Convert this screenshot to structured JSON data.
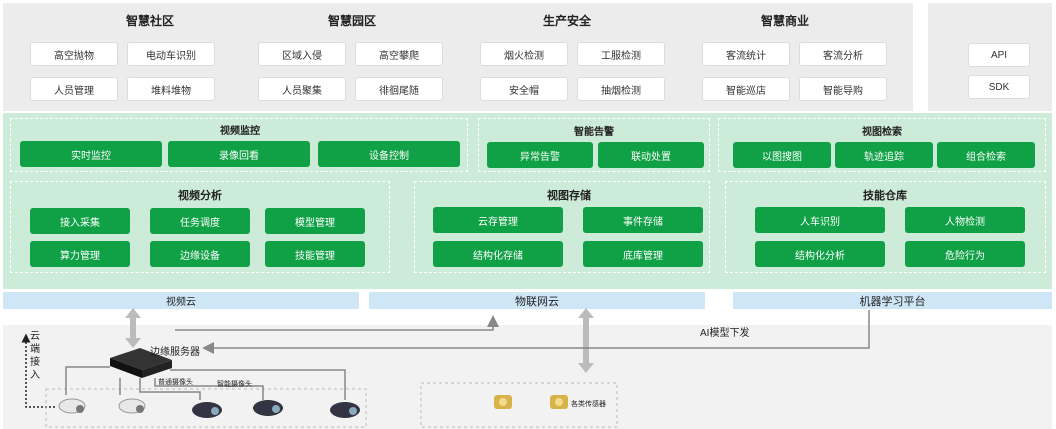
{
  "apps": [
    {
      "title": "智慧社区",
      "items": [
        "高空抛物",
        "电动车识别",
        "人员管理",
        "堆料堆物"
      ]
    },
    {
      "title": "智慧园区",
      "items": [
        "区域入侵",
        "高空攀爬",
        "人员聚集",
        "徘徊尾随"
      ]
    },
    {
      "title": "生产安全",
      "items": [
        "烟火检测",
        "工服检测",
        "安全帽",
        "抽烟检测"
      ]
    },
    {
      "title": "智慧商业",
      "items": [
        "客流统计",
        "客流分析",
        "智能巡店",
        "智能导购"
      ]
    }
  ],
  "side": [
    "API",
    "SDK"
  ],
  "upper_sections": [
    {
      "title": "视频监控",
      "items": [
        "实时监控",
        "录像回看",
        "设备控制"
      ]
    },
    {
      "title": "智能告警",
      "items": [
        "异常告警",
        "联动处置"
      ]
    },
    {
      "title": "视图检索",
      "items": [
        "以图搜图",
        "轨迹追踪",
        "组合检索"
      ]
    }
  ],
  "lower_sections": [
    {
      "title": "视频分析",
      "items": [
        "接入采集",
        "任务调度",
        "模型管理",
        "算力管理",
        "边缘设备",
        "技能管理"
      ]
    },
    {
      "title": "视图存储",
      "items": [
        "云存管理",
        "事件存储",
        "结构化存储",
        "底库管理"
      ]
    },
    {
      "title": "技能仓库",
      "items": [
        "人车识别",
        "人物检测",
        "结构化分析",
        "危险行为"
      ]
    }
  ],
  "clouds": [
    "视频云",
    "物联网云",
    "机器学习平台"
  ],
  "edge": {
    "server_label": "边缘服务器",
    "model_label": "AI模型下发",
    "access_label": "云端接入",
    "normal_cam": "普通摄像头",
    "smart_cam": "智能摄像头",
    "iot_label": "各类传感器"
  },
  "colors": {
    "green": "#10a146",
    "band": "#cdebd9",
    "cloud": "#cfe6f7",
    "grey": "#ececec"
  }
}
